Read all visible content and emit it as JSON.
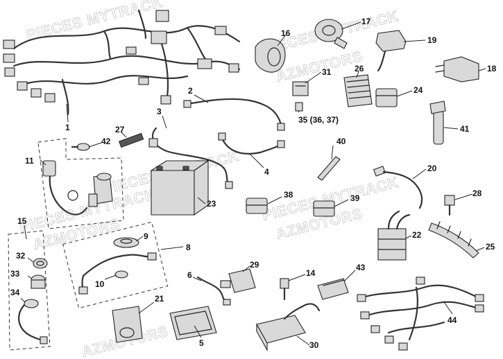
{
  "watermarks": [
    "PIECES MYTRACK",
    "AZMOTORS",
    "PIECES MYTRACK",
    "AZMOTORS",
    "PIECES MYTRACK",
    "AZMOTORS",
    "PIECES MYTRACK",
    "AZMOTORS",
    "PIECES MYTRACK"
  ],
  "callouts": [
    "1",
    "2",
    "3",
    "4",
    "5",
    "6",
    "8",
    "9",
    "10",
    "11",
    "14",
    "15",
    "16",
    "17",
    "18",
    "19",
    "20",
    "21",
    "22",
    "23",
    "24",
    "25",
    "26",
    "27",
    "28",
    "29",
    "30",
    "31",
    "32",
    "33",
    "34",
    "35 (36, 37)",
    "38",
    "39",
    "40",
    "41",
    "42",
    "43",
    "44"
  ]
}
